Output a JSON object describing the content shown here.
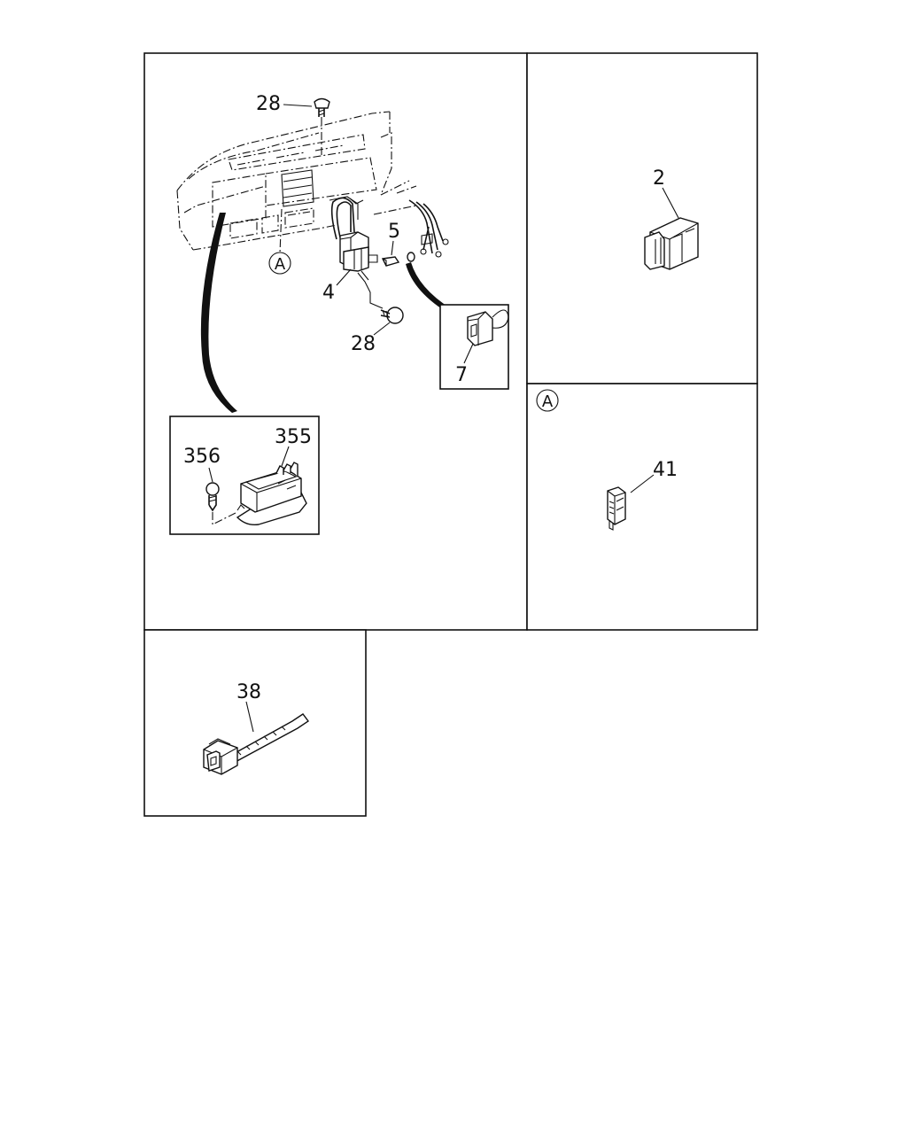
{
  "callouts": {
    "main_screw_top": "28",
    "main_relay": "4",
    "main_clip": "5",
    "main_screw_bottom": "28",
    "main_view_marker": "A",
    "detail_relay": "7",
    "inset_unit": "355",
    "inset_screw": "356",
    "connector": "2",
    "view_a_marker": "A",
    "view_a_connector": "41",
    "cable_tie": "38"
  }
}
